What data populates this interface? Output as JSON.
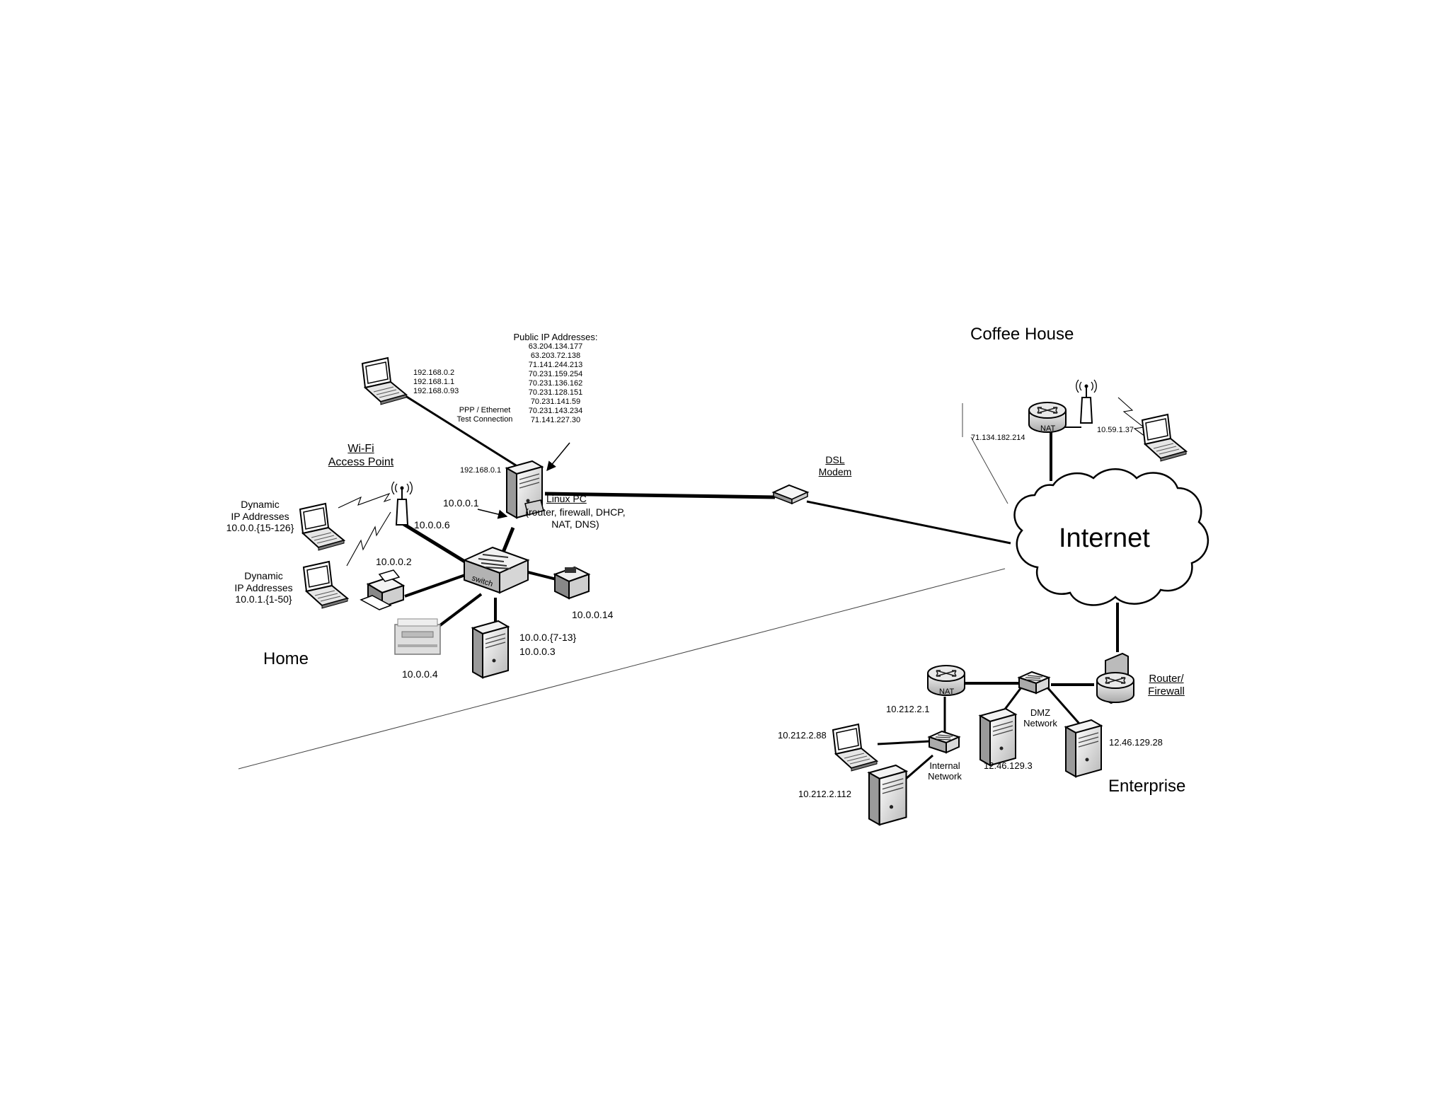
{
  "regions": {
    "home": "Home",
    "coffee_house": "Coffee House",
    "enterprise": "Enterprise"
  },
  "internet": "Internet",
  "dsl_modem": [
    "DSL",
    "Modem"
  ],
  "home": {
    "public_ip_header": "Public IP Addresses:",
    "public_ips": [
      "63.204.134.177",
      "63.203.72.138",
      "71.141.244.213",
      "70.231.159.254",
      "70.231.136.162",
      "70.231.128.151",
      "70.231.141.59",
      "70.231.143.234",
      "71.141.227.30"
    ],
    "test_laptop_ips": [
      "192.168.0.2",
      "192.168.1.1",
      "192.168.0.93"
    ],
    "ppp_label": [
      "PPP / Ethernet",
      "Test Connection"
    ],
    "linux_pc_outer_ip": "192.168.0.1",
    "linux_pc_inner_ip": "10.0.0.1",
    "linux_pc_title": "Linux PC",
    "linux_pc_roles": [
      "(router, firewall, DHCP,",
      "NAT, DNS)"
    ],
    "wifi_ap_title": [
      "Wi-Fi",
      "Access Point"
    ],
    "wifi_ap_ip": "10.0.0.6",
    "dynamic_1": [
      "Dynamic",
      "IP Addresses",
      "10.0.0.{15-126}"
    ],
    "dynamic_2": [
      "Dynamic",
      "IP Addresses",
      "10.0.1.{1-50}"
    ],
    "printer_ip": "10.0.0.2",
    "scanner_ip": "10.0.0.4",
    "server_ips": [
      "10.0.0.{7-13}",
      "10.0.0.3"
    ],
    "device_right_ip": "10.0.0.14",
    "switch_label": "switch"
  },
  "coffee_house": {
    "nat_label": "NAT",
    "public_ip": "71.134.182.214",
    "laptop_ip": "10.59.1.37"
  },
  "enterprise": {
    "router_firewall": [
      "Router/",
      "Firewall"
    ],
    "dmz_label": [
      "DMZ",
      "Network"
    ],
    "nat_label": "NAT",
    "nat_ip": "10.212.2.1",
    "internal_label": [
      "Internal",
      "Network"
    ],
    "laptop_ip": "10.212.2.88",
    "server_internal_ip": "10.212.2.112",
    "dmz_server_1": "12.46.129.3",
    "dmz_server_2": "12.46.129.28"
  }
}
